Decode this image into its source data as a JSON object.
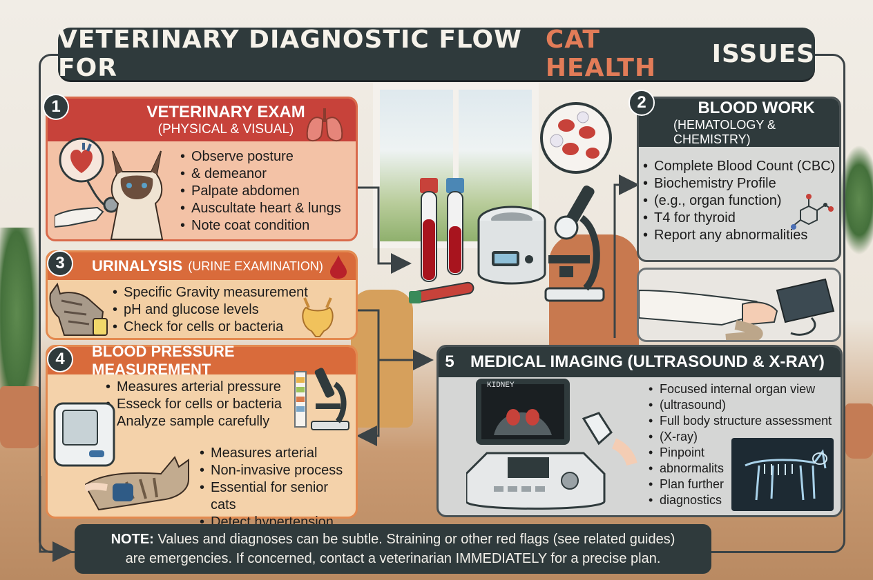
{
  "title": {
    "main": "VETERINARY DIAGNOSTIC FLOW FOR",
    "accent": "CAT HEALTH",
    "end": "ISSUES"
  },
  "colors": {
    "title_bg": "#2f3a3c",
    "accent": "#e27c58",
    "exam_red": "#c7423a",
    "orange": "#d96b3b",
    "dark": "#2f3a3c"
  },
  "steps": {
    "exam": {
      "number": "1",
      "title": "VETERINARY EXAM",
      "subtitle": "(PHYSICAL & VISUAL)",
      "items": [
        "Observe posture",
        "& demeanor",
        "Palpate abdomen",
        "Auscultate heart & lungs",
        "Note coat condition"
      ],
      "icons": [
        "heart-icon",
        "lungs-icon",
        "stethoscope-icon",
        "cat-icon"
      ]
    },
    "blood_work": {
      "number": "2",
      "title": "BLOOD WORK",
      "subtitle": "(HEMATOLOGY & CHEMISTRY)",
      "items": [
        "Complete Blood Count (CBC)",
        "Biochemistry Profile",
        "(e.g., organ function)",
        "T4 for thyroid",
        "Report any abnormalities"
      ],
      "icons": [
        "molecule-icon",
        "blood-pressure-cuff-icon"
      ]
    },
    "urinalysis": {
      "number": "3",
      "title": "URINALYSIS",
      "subtitle": "(URINE EXAMINATION)",
      "items": [
        "Specific Gravity measurement",
        "pH and glucose levels",
        "Check for cells or bacteria"
      ],
      "icons": [
        "blood-drop-icon",
        "bladder-icon",
        "cat-icon"
      ]
    },
    "blood_pressure": {
      "number": "4",
      "title": "BLOOD PRESSURE MEASUREMENT",
      "items_top": [
        "Measures arterial pressure",
        "Esseck for cells or bacteria",
        "Analyze sample carefully"
      ],
      "items_bottom": [
        "Measures arterial",
        "Non-invasive process",
        "Essential for senior cats",
        "Detect hypertension"
      ],
      "icons": [
        "test-strip-icon",
        "microscope-icon",
        "bp-monitor-icon",
        "cat-icon"
      ]
    },
    "imaging": {
      "number": "5",
      "title": "MEDICAL IMAGING (ULTRASOUND & X-RAY)",
      "screen_label": "KIDNEY",
      "items": [
        "Focused internal organ view",
        "(ultrasound)",
        "Full body structure assessment",
        "(X-ray)",
        "Pinpoint",
        "abnormalits",
        "Plan further",
        "diagnostics"
      ],
      "icons": [
        "ultrasound-machine-icon",
        "xray-icon"
      ]
    }
  },
  "lab_icons": [
    "blood-tube-icon",
    "centrifuge-icon",
    "microscope-icon",
    "blood-cells-icon"
  ],
  "note": {
    "label": "NOTE:",
    "line1": "Values and diagnoses can be subtle. Straining or other red flags (see related guides)",
    "line2": "are emergencies. If concerned, contact a veterinarian IMMEDIATELY for a precise plan."
  }
}
